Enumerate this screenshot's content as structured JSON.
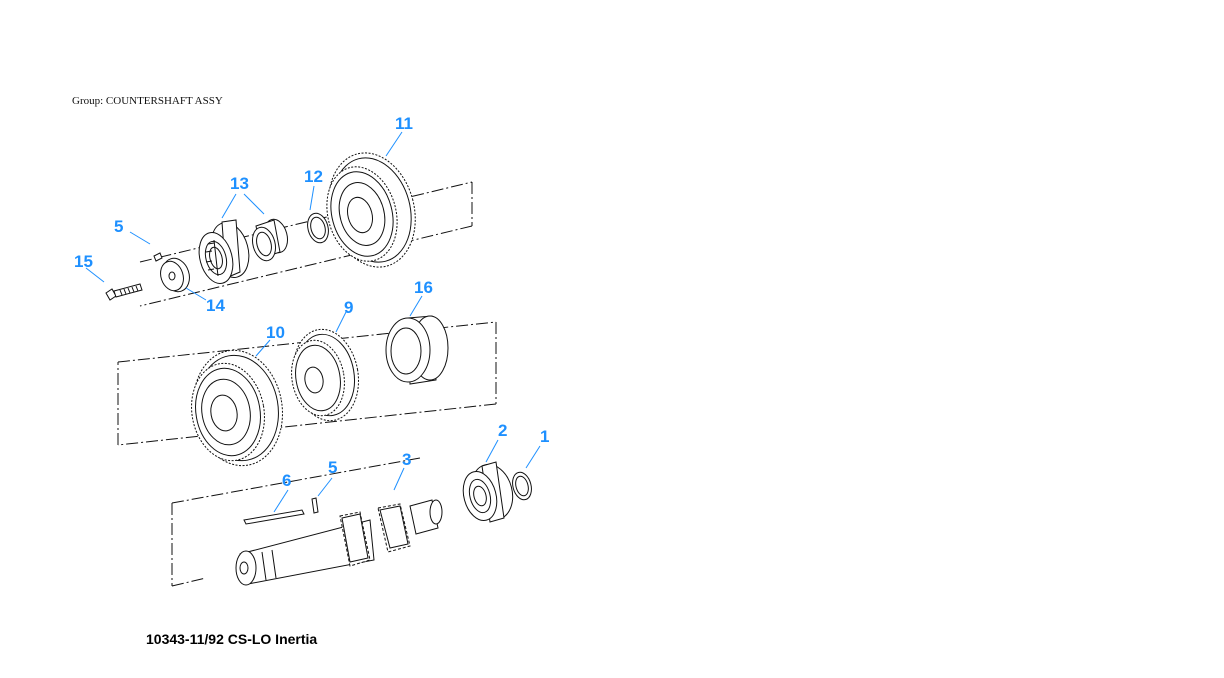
{
  "group_title": "Group: COUNTERSHAFT ASSY",
  "caption": "10343-11/92 CS-LO Inertia",
  "callouts": [
    "11",
    "13",
    "12",
    "5",
    "15",
    "14",
    "16",
    "9",
    "10",
    "2",
    "1",
    "3",
    "5",
    "6"
  ],
  "colors": {
    "callout": "#1e90ff",
    "line": "#111111",
    "background": "#ffffff"
  }
}
